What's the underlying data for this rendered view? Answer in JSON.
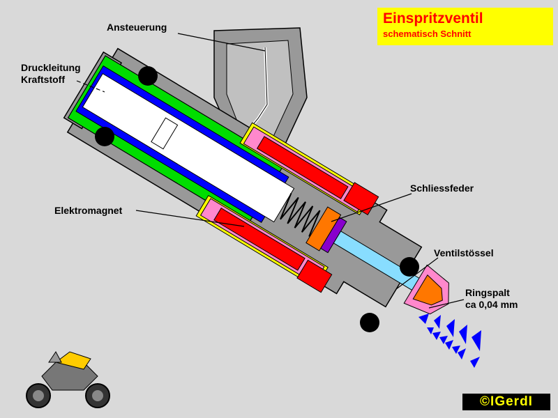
{
  "title": {
    "main": "Einspritzventil",
    "sub": "schematisch Schnitt"
  },
  "labels": {
    "ansteuerung": "Ansteuerung",
    "druckleitung_line1": "Druckleitung",
    "druckleitung_line2": "Kraftstoff",
    "schliessfeder": "Schliessfeder",
    "elektromagnet": "Elektromagnet",
    "ventilstoessel": "Ventilstössel",
    "ringspalt_line1": "Ringspalt",
    "ringspalt_line2": "ca 0,04 mm"
  },
  "copyright": "©IGerdI",
  "colors": {
    "background": "#d9d9d9",
    "housing": "#999999",
    "fuel_channel": "#0000ff",
    "bore": "#ffffff",
    "sleeve": "#00dd00",
    "coil": "#ff0000",
    "coil_frame": "#ff88cc",
    "coil_shell": "#ffff00",
    "plunger": "#88ddff",
    "spring_seat": "#ff7700",
    "guide": "#8800cc",
    "spray": "#0000ff",
    "title_bg": "#ffff00",
    "title_text": "#ff0000"
  },
  "icons": [
    "motorcycle-icon"
  ]
}
